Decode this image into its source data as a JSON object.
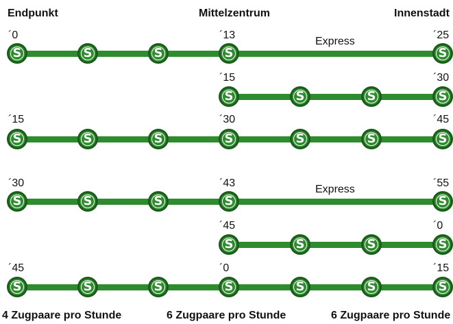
{
  "headers": {
    "left": "Endpunkt",
    "middle": "Mittelzentrum",
    "right": "Innenstadt"
  },
  "footer": {
    "left": "4 Zugpaare pro Stunde",
    "middle": "6 Zugpaare pro Stunde",
    "right": "6 Zugpaare pro Stunde"
  },
  "stop_symbol": "S",
  "colors": {
    "line": "#2e8b2e",
    "stop_border": "#1a5c1a"
  },
  "rows": [
    {
      "times": [
        "´0",
        "´13",
        "´25"
      ],
      "express_label": "Express"
    },
    {
      "times": [
        "´15",
        "´30"
      ]
    },
    {
      "times": [
        "´15",
        "´30",
        "´45"
      ]
    },
    {
      "times": [
        "´30",
        "´43",
        "´55"
      ],
      "express_label": "Express"
    },
    {
      "times": [
        "´45",
        "´0"
      ]
    },
    {
      "times": [
        "´45",
        "´0",
        "´15"
      ]
    }
  ]
}
